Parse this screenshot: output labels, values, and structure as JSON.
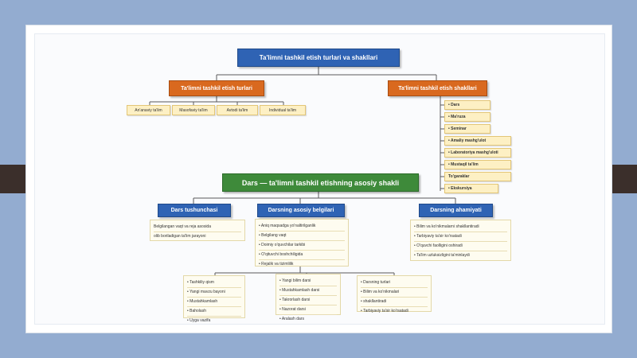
{
  "title": "Ta'limni tashkil etish turlari va shakllari",
  "left_branch": {
    "label": "Ta'limni tashkil etish turlari",
    "items": [
      "An'anaviy ta'lim",
      "Masofaviy ta'lim",
      "Avtodi ta'lim",
      "Individual ta'lim"
    ]
  },
  "right_branch": {
    "label": "Ta'limni tashkil etish shakllari",
    "items": [
      "• Dars",
      "• Ma'ruza",
      "• Seminar",
      "• Amaliy mashg'ulot",
      "• Laboratoriya mashg'uloti",
      "• Mustaqil ta'lim",
      "To'garaklar",
      "• Ekskursiya"
    ]
  },
  "center": {
    "label": "Dars — ta'limni tashkil etishning asosiy shakli"
  },
  "dars_tushunchasi": {
    "label": "Dars tushunchasi",
    "text": [
      "Belgilangan vaqt va reja asosida",
      "olib boriladigan ta'lim jarayoni"
    ]
  },
  "asosiy_belgilari": {
    "label": "Darsning asosiy belgilari",
    "items": [
      "Aniq maqsadga yo'naltirilganlik",
      "Belgilang vaqt",
      "Doimiy o'quvchilar tarkibi",
      "O'qituvchi boshchiligida",
      "Rejalik va tizimlilik"
    ]
  },
  "dars_ahamiyati": {
    "label": "Darsning ahamiyati",
    "items": [
      "Bilim va ko'nikmalarni shakllantiradi",
      "Tarbiyaviy ta'sir ko'rsatadi",
      "O'quvchi faolligini oshiradi",
      "Ta'lim uzluksizligini ta'minlaydi"
    ]
  },
  "tuzilishi": {
    "items": [
      "Tashkiliy qism",
      "Yangi mavzu bayoni",
      "Mustahkamlash",
      "Baholash",
      "Uyga vazifa"
    ]
  },
  "dars_turlari": {
    "items": [
      "Yangi bilim darsi",
      "Mustahkamlash darsi",
      "Takrorlash darsi",
      "Nazorat darsi",
      "Aralash dars"
    ]
  },
  "natija": {
    "items": [
      "Darsning turlari",
      "Bilim va ko'nikmalari",
      "shakllantiradi",
      "Tarbiyaviy ta'sir ko'rsatadi"
    ]
  }
}
